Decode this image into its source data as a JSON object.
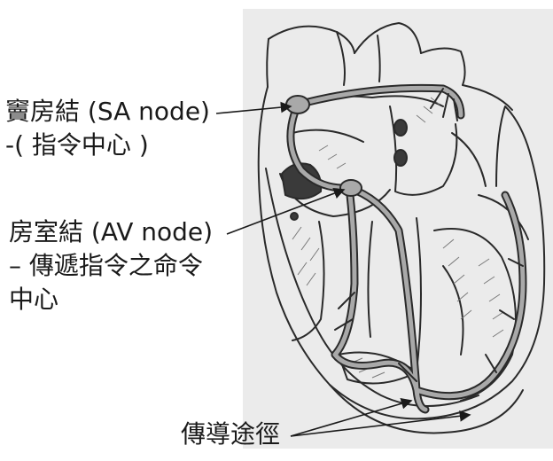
{
  "labels": {
    "sa_node": "竇房結 (SA node)",
    "sa_desc": "-( 指令中心 )",
    "av_node": "房室結 (AV node)",
    "av_desc_line1": "– 傳遞指令之命令",
    "av_desc_line2": "中心",
    "conduction_pathway": "傳導途徑"
  },
  "colors": {
    "background": "#ffffff",
    "drawing_panel": "#ebebeb",
    "ink": "#2a2a2a",
    "conduction_fill": "#a9a9a9",
    "label_text": "#1a1a1a"
  }
}
